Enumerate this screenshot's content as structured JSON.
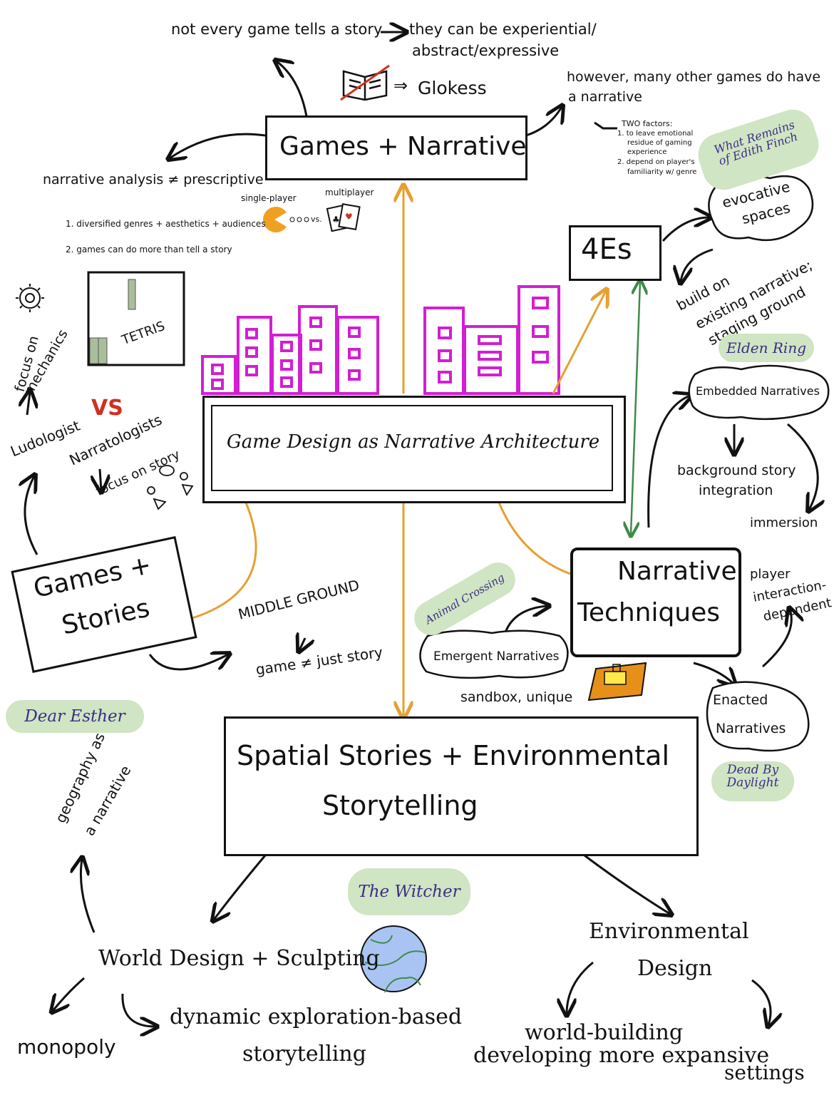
{
  "colors": {
    "ink": "#111111",
    "orange": "#e6a030",
    "magenta": "#d21fd2",
    "green_arrow": "#3f8a4a",
    "pill": "#cfe5c3",
    "pill_text": "#3e2c86",
    "vs_red": "#d0301f",
    "globe": "#a9c4f2"
  },
  "top": {
    "story_note": "not every game tells a story",
    "story_note_result": "they can be experiential/",
    "story_note_result2": "abstract/expressive",
    "glokess": "Glokess",
    "however": "however, many other games do have",
    "however2": "a narrative",
    "two_factors": "TWO factors:",
    "factor1": "1. to leave emotional",
    "factor1b": "residue of gaming",
    "factor1c": "experience",
    "factor2": "2. depend on player's",
    "factor2b": "familiarity w/ genre"
  },
  "games_narrative": {
    "title": "Games + Narrative",
    "analysis": "narrative analysis ≠ prescriptive",
    "point1": "1. diversified genres + aesthetics + audiences",
    "point2": "2. games can do more than tell a story",
    "single": "single-player",
    "multi": "multiplayer",
    "vs_small": "vs.",
    "tetris": "TETRIS"
  },
  "left": {
    "focus_mechanics": "focus on",
    "focus_mechanics2": "mechanics",
    "ludologist": "Ludologist",
    "vs": "VS",
    "narratologists": "Narratologists",
    "focus_story": "focus on story",
    "games_stories": "Games +",
    "games_stories2": "Stories",
    "middle_ground": "MIDDLE GROUND",
    "not_just_story": "game ≠ just story",
    "dear_esther": "Dear Esther",
    "geography": "geography as",
    "geography2": "a narrative"
  },
  "center": {
    "title": "Game Design as Narrative Architecture"
  },
  "four_es": {
    "title": "4Es",
    "edith": "What Remains",
    "edith2": "of Edith Finch",
    "evocative": "evocative",
    "evocative2": "spaces",
    "build": "build on",
    "build2": "existing narrative;",
    "build3": "staging ground",
    "elden": "Elden Ring",
    "embedded": "Embedded Narratives",
    "background": "background story",
    "background2": "integration",
    "immersion": "immersion"
  },
  "techniques": {
    "title": "Narrative",
    "title2": "Techniques",
    "player": "player",
    "player2": "interaction-",
    "player3": "dependent",
    "animal": "Animal Crossing",
    "emergent": "Emergent Narratives",
    "sandbox": "sandbox, unique",
    "enacted": "Enacted",
    "enacted2": "Narratives",
    "dbd": "Dead By",
    "dbd2": "Daylight"
  },
  "spatial": {
    "title": "Spatial Stories + Environmental",
    "title2": "Storytelling",
    "witcher": "The Witcher",
    "world_design": "World Design + Sculpting",
    "monopoly": "monopoly",
    "dynamic": "dynamic exploration-based",
    "dynamic2": "storytelling",
    "env_design": "Environmental",
    "env_design2": "Design",
    "world_building": "world-building",
    "developing": "developing more expansive",
    "settings": "settings"
  }
}
